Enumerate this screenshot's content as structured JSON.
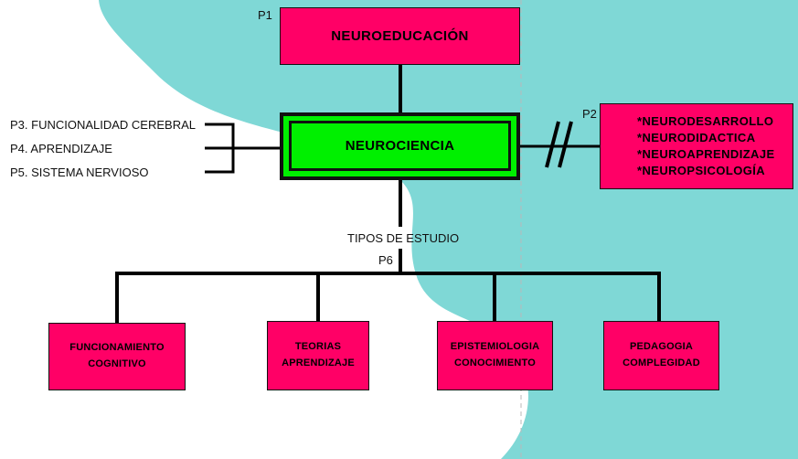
{
  "colors": {
    "teal": "#7fd8d6",
    "box_pink": "#ff0066",
    "box_green": "#00f000",
    "line": "#000000"
  },
  "top": {
    "tag": "P1",
    "title": "NEUROEDUCACIÓN"
  },
  "center": {
    "title": "NEUROCIENCIA"
  },
  "left_items": [
    "P3. FUNCIONALIDAD CEREBRAL",
    "P4. APRENDIZAJE",
    "P5. SISTEMA NERVIOSO"
  ],
  "right": {
    "tag": "P2",
    "items": [
      "*NEURODESARROLLO",
      "*NEURODIDACTICA",
      "*NEUROAPRENDIZAJE",
      "*NEUROPSICOLOGÍA"
    ]
  },
  "bottom": {
    "label": "TIPOS DE ESTUDIO",
    "tag": "P6",
    "boxes": [
      {
        "line1": "FUNCIONAMIENTO",
        "line2": "COGNITIVO"
      },
      {
        "line1": "TEORIAS",
        "line2": "APRENDIZAJE"
      },
      {
        "line1": "EPISTEMIOLOGIA",
        "line2": "CONOCIMIENTO"
      },
      {
        "line1": "PEDAGOGIA",
        "line2": "COMPLEGIDAD"
      }
    ]
  }
}
